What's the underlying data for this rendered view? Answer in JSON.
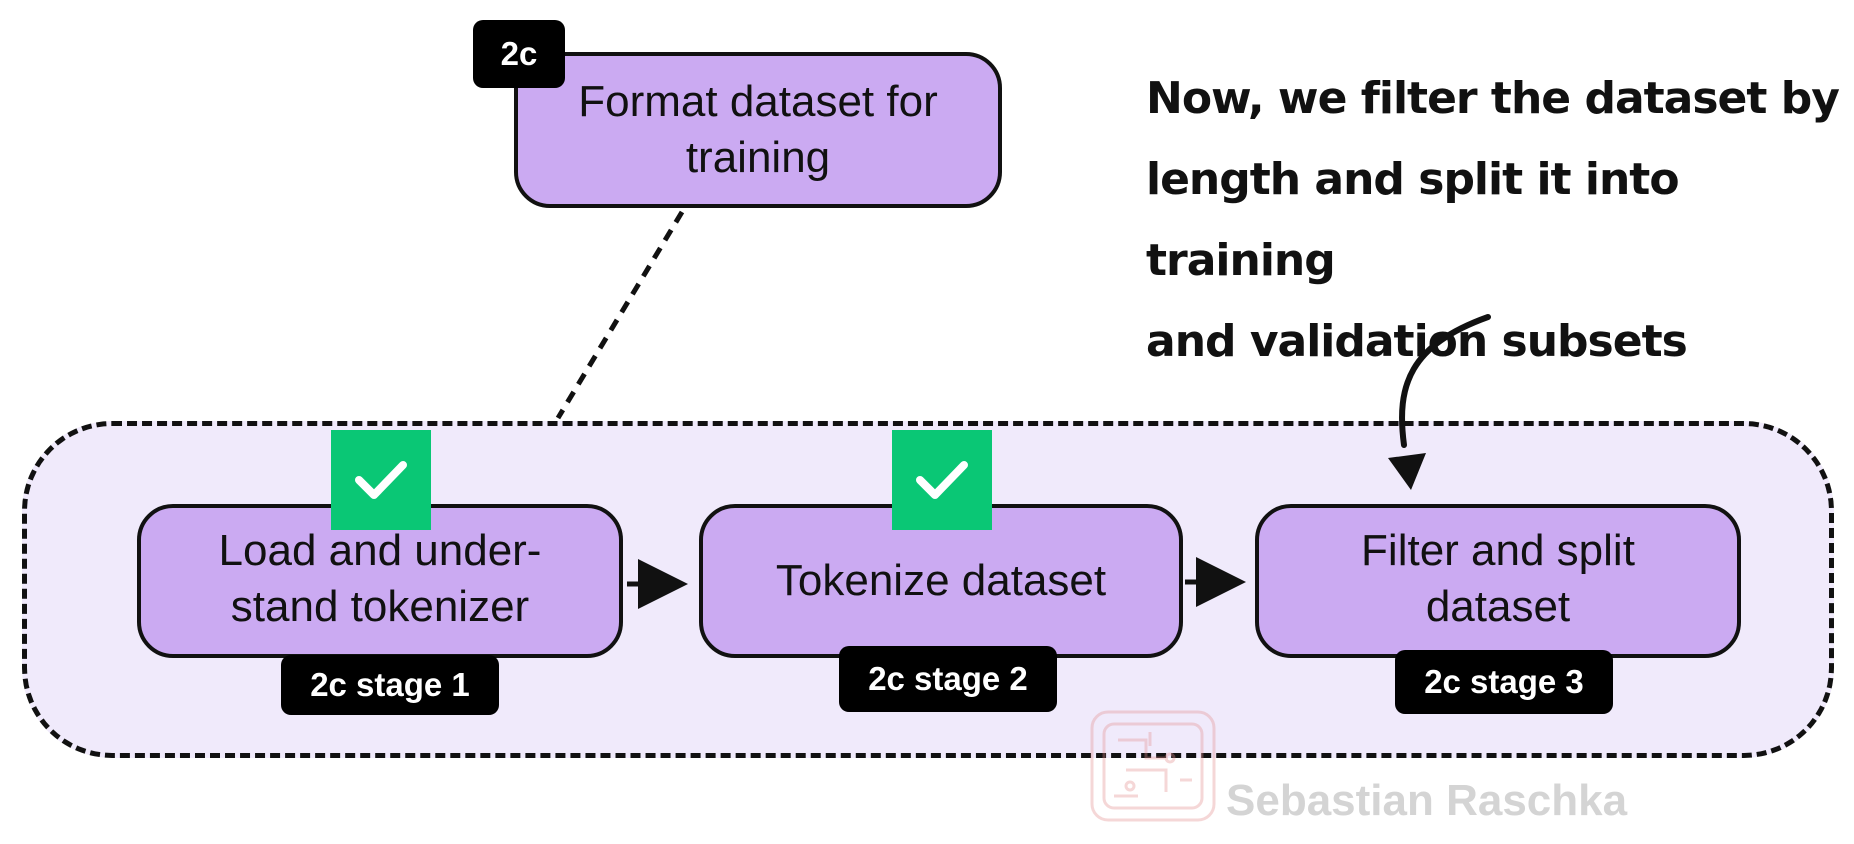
{
  "top_step": {
    "tag": "2c",
    "label_lines": [
      "Format dataset for",
      "training"
    ]
  },
  "stages": [
    {
      "label_lines": [
        "Load and under-",
        "stand tokenizer"
      ],
      "tag": "2c stage 1",
      "completed": true
    },
    {
      "label_lines": [
        "Tokenize dataset"
      ],
      "tag": "2c stage 2",
      "completed": true
    },
    {
      "label_lines": [
        "Filter and split",
        "dataset"
      ],
      "tag": "2c stage 3",
      "completed": false
    }
  ],
  "annotation": {
    "lines": [
      "Now, we filter the dataset by",
      "length and split it into training",
      "and validation subsets"
    ]
  },
  "watermark": {
    "text": "Sebastian Raschka",
    "logo_icon": "circuit-board-logo"
  },
  "colors": {
    "box_fill": "#cbaaf2",
    "group_fill": "#f0eafb",
    "check_green": "#0ac775",
    "tag_bg": "#000000"
  },
  "icons": {
    "check": "checkmark-icon",
    "arrow": "arrow-right-icon"
  }
}
